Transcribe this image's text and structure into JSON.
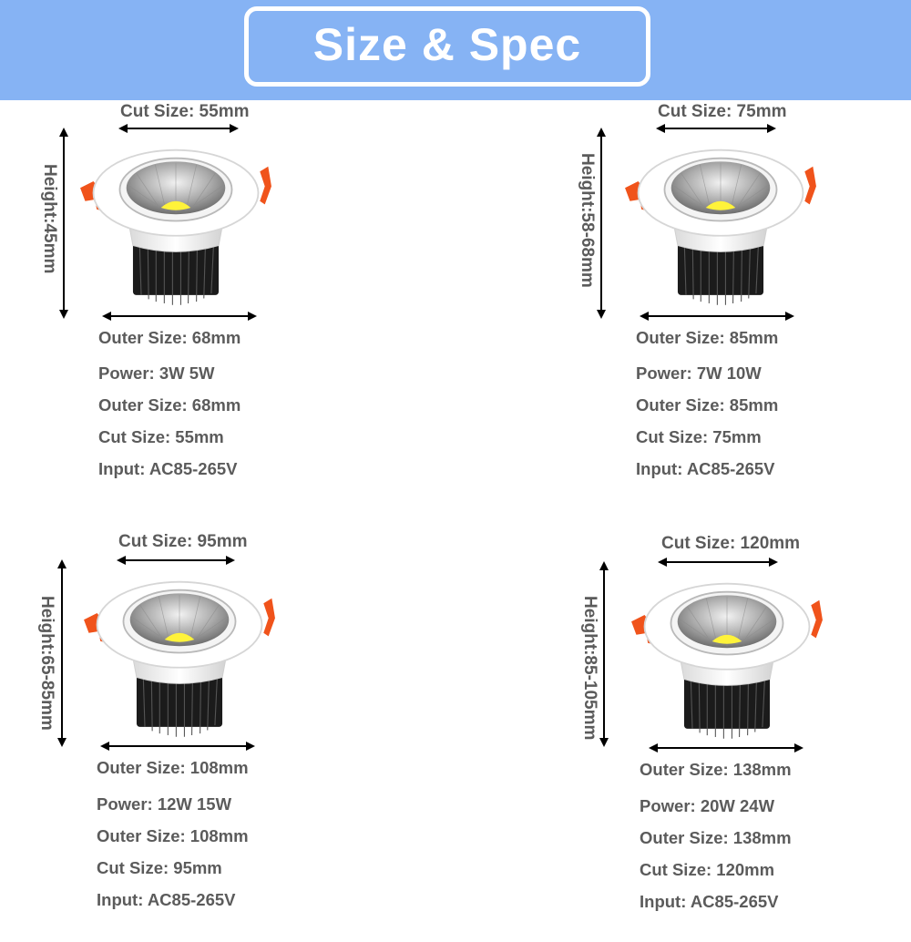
{
  "banner": {
    "title": "Size & Spec",
    "background_color": "#86b3f4",
    "text_color": "#ffffff"
  },
  "products": [
    {
      "cut_size_label": "Cut Size: 55mm",
      "height_label": "Height:45mm",
      "outer_size_label": "Outer Size: 68mm",
      "specs": [
        "Power: 3W 5W",
        "Outer Size: 68mm",
        "Cut Size: 55mm",
        "Input: AC85-265V"
      ]
    },
    {
      "cut_size_label": "Cut Size: 75mm",
      "height_label": "Height:58-68mm",
      "outer_size_label": "Outer Size: 85mm",
      "specs": [
        "Power: 7W 10W",
        "Outer Size: 85mm",
        "Cut Size: 75mm",
        "Input: AC85-265V"
      ]
    },
    {
      "cut_size_label": "Cut Size: 95mm",
      "height_label": "Height:65-85mm",
      "outer_size_label": "Outer Size: 108mm",
      "specs": [
        "Power: 12W 15W",
        "Outer Size: 108mm",
        "Cut Size: 95mm",
        "Input: AC85-265V"
      ]
    },
    {
      "cut_size_label": "Cut Size: 120mm",
      "height_label": "Height:85-105mm",
      "outer_size_label": "Outer Size: 138mm",
      "specs": [
        "Power: 20W 24W",
        "Outer Size: 138mm",
        "Cut Size: 120mm",
        "Input: AC85-265V"
      ]
    }
  ],
  "colors": {
    "text": "#5b5b5b",
    "clip": "#f0531b",
    "housing": "#ffffff",
    "heatsink": "#1a1a1a",
    "chip": "#fff33a"
  }
}
